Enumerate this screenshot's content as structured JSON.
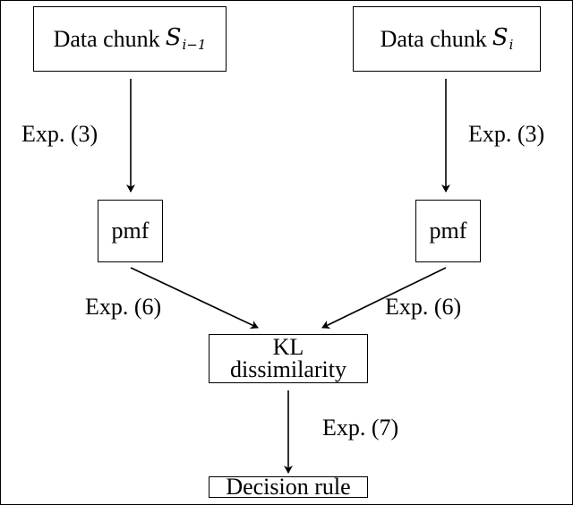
{
  "diagram": {
    "nodes": {
      "data_chunk_prev": {
        "text": "Data chunk",
        "symbol": "S",
        "subscript": "i−1"
      },
      "data_chunk_curr": {
        "text": "Data chunk",
        "symbol": "S",
        "subscript": "i"
      },
      "pmf_left": {
        "text": "pmf"
      },
      "pmf_right": {
        "text": "pmf"
      },
      "kl": {
        "line1": "KL",
        "line2": "dissimilarity"
      },
      "decision": {
        "text": "Decision rule"
      }
    },
    "edge_labels": {
      "left_top": "Exp. (3)",
      "right_top": "Exp. (3)",
      "left_mid": "Exp. (6)",
      "right_mid": "Exp. (6)",
      "bottom": "Exp. (7)"
    },
    "edges": [
      {
        "from": "data_chunk_prev",
        "to": "pmf_left",
        "label": "Exp. (3)"
      },
      {
        "from": "data_chunk_curr",
        "to": "pmf_right",
        "label": "Exp. (3)"
      },
      {
        "from": "pmf_left",
        "to": "kl",
        "label": "Exp. (6)"
      },
      {
        "from": "pmf_right",
        "to": "kl",
        "label": "Exp. (6)"
      },
      {
        "from": "kl",
        "to": "decision",
        "label": "Exp. (7)"
      }
    ]
  }
}
